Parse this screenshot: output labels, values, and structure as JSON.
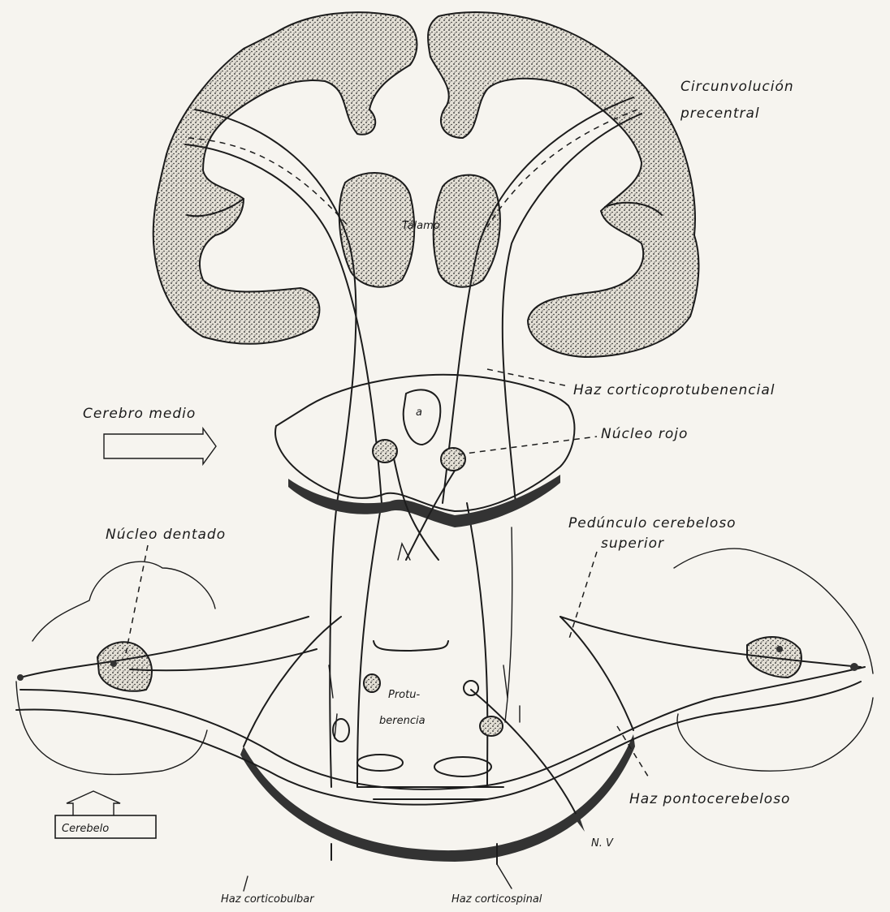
{
  "labels": {
    "precentral_gyrus": [
      "Circunvolución",
      "precentral"
    ],
    "thalamus": "Tálamo",
    "corticopontine_tract": "Haz corticoprotubenencial",
    "midbrain": "Cerebro medio",
    "red_nucleus": "Núcleo rojo",
    "superior_cerebellar_peduncle": [
      "Pedúnculo cerebeloso",
      "superior"
    ],
    "dentate_nucleus": "Núcleo dentado",
    "pons": [
      "Protu-",
      "berencia"
    ],
    "pontocerebellar_tract": "Haz pontocerebeloso",
    "cerebellum": "Cerebelo",
    "nerve_v": "N. V",
    "corticobulbar_tract": "Haz corticobulbar",
    "corticospinal_tract": "Haz corticospinal",
    "midbrain_aqueduct_mark": "a"
  }
}
